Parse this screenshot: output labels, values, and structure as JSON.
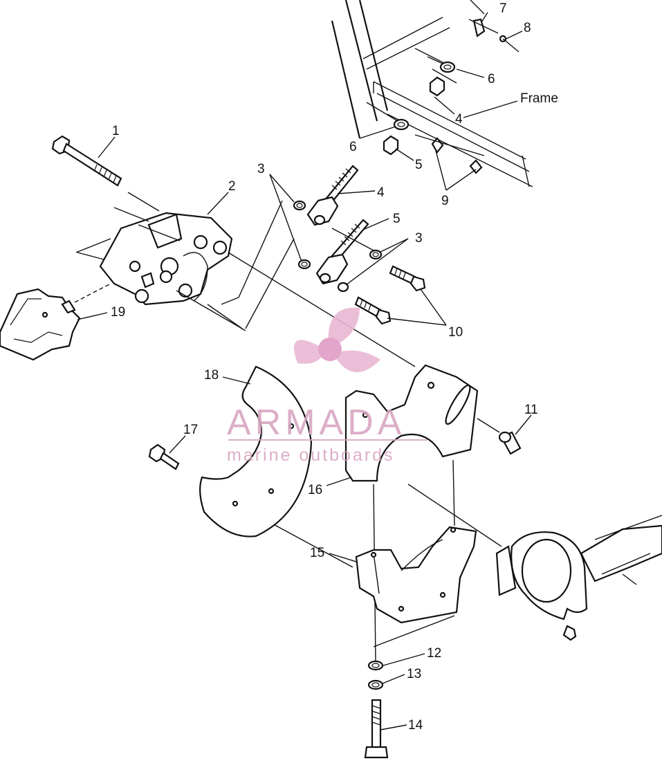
{
  "labels": {
    "l1": "1",
    "l2": "2",
    "l3a": "3",
    "l3b": "3",
    "l4a": "4",
    "l4b": "4",
    "l5a": "5",
    "l5b": "5",
    "l6a": "6",
    "l6b": "6",
    "l7": "7",
    "l8": "8",
    "l9": "9",
    "l10": "10",
    "l11": "11",
    "l12": "12",
    "l13": "13",
    "l14": "14",
    "l15": "15",
    "l16": "16",
    "l17": "17",
    "l18": "18",
    "l19": "19",
    "frame": "Frame"
  },
  "watermark": {
    "title": "ARMADA",
    "subtitle": "marine outboards",
    "color": "#d9a6c3"
  }
}
